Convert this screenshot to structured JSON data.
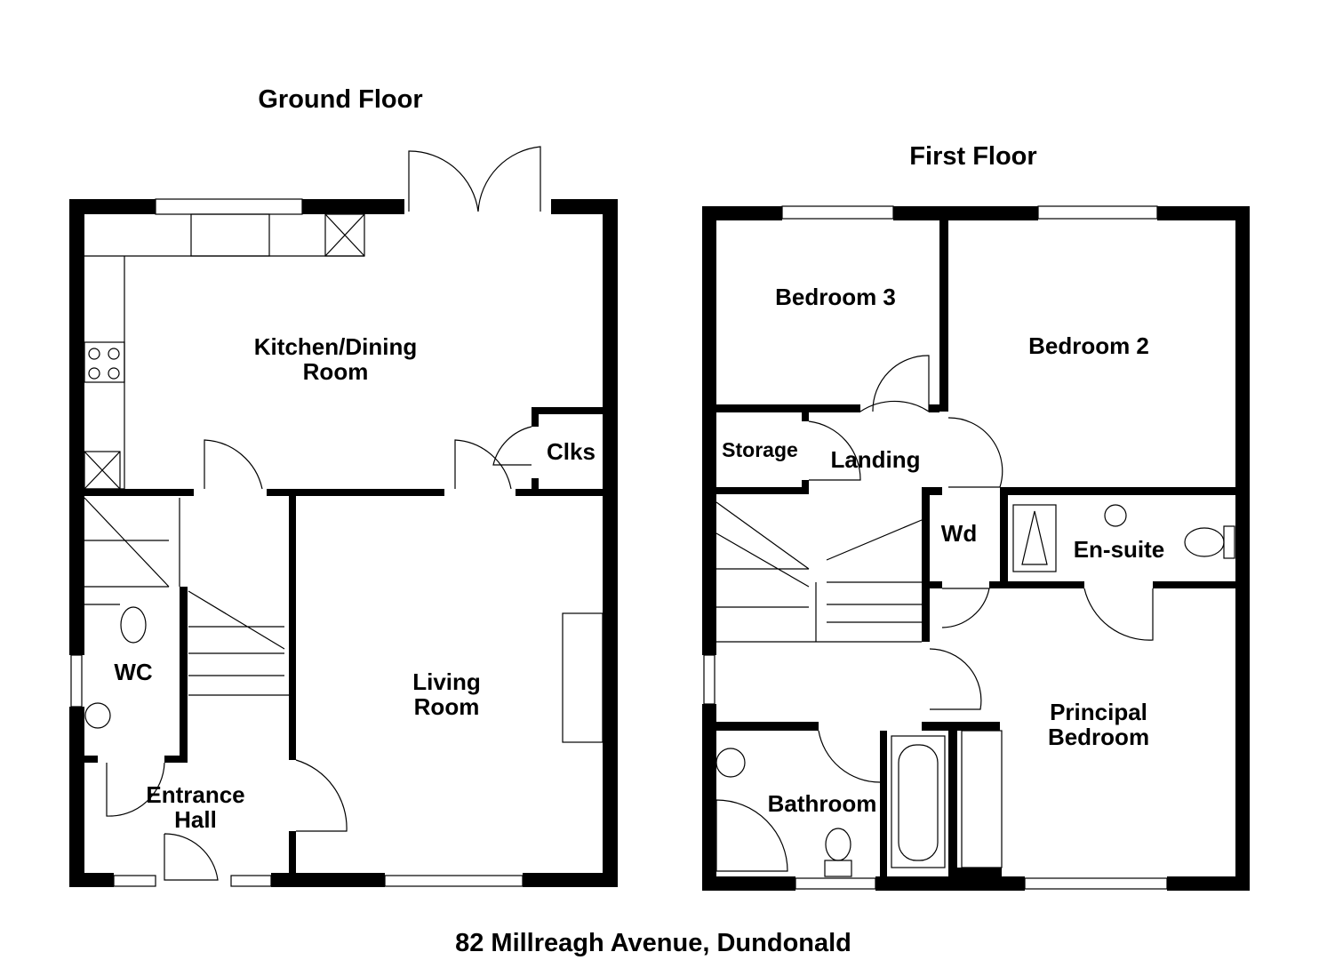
{
  "ground_floor": {
    "title": "Ground Floor",
    "rooms": {
      "kitchen": "Kitchen/Dining\nRoom",
      "clks": "Clks",
      "wc": "WC",
      "living": "Living\nRoom",
      "entrance": "Entrance\nHall"
    }
  },
  "first_floor": {
    "title": "First Floor",
    "rooms": {
      "bedroom3": "Bedroom 3",
      "bedroom2": "Bedroom 2",
      "storage": "Storage",
      "landing": "Landing",
      "wd": "Wd",
      "ensuite": "En-suite",
      "principal": "Principal\nBedroom",
      "bathroom": "Bathroom"
    }
  },
  "address": "82 Millreagh Avenue, Dundonald",
  "colors": {
    "wall": "#000000",
    "background": "#ffffff"
  }
}
